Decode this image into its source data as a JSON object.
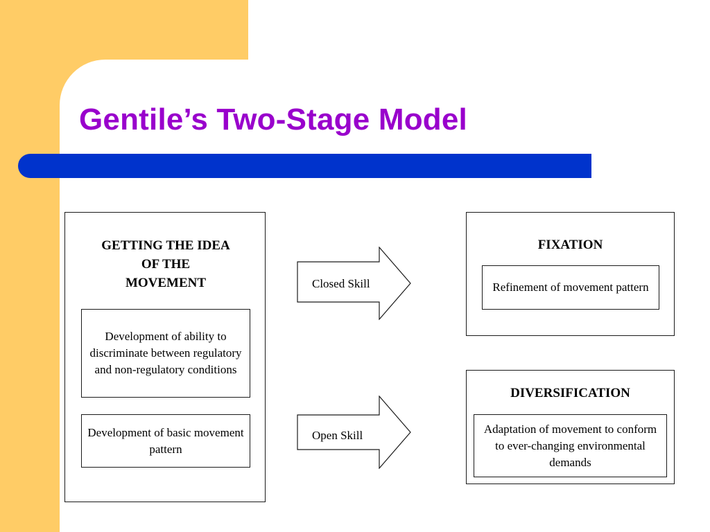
{
  "slide": {
    "title": "Gentile’s Two-Stage Model",
    "colors": {
      "title": "#9900CC",
      "accent_bar": "#0033CC",
      "background_band": "#FFCC66"
    }
  },
  "stage1": {
    "heading": "GETTING THE IDEA OF THE MOVEMENT",
    "items": [
      "Development of ability to discriminate between regulatory and non-regulatory conditions",
      "Development of basic movement pattern"
    ]
  },
  "arrows": {
    "closed": "Closed Skill",
    "open": "Open Skill"
  },
  "fixation": {
    "heading": "FIXATION",
    "item": "Refinement of movement pattern"
  },
  "diversification": {
    "heading": "DIVERSIFICATION",
    "item": "Adaptation of movement to conform to ever-changing environmental demands"
  }
}
